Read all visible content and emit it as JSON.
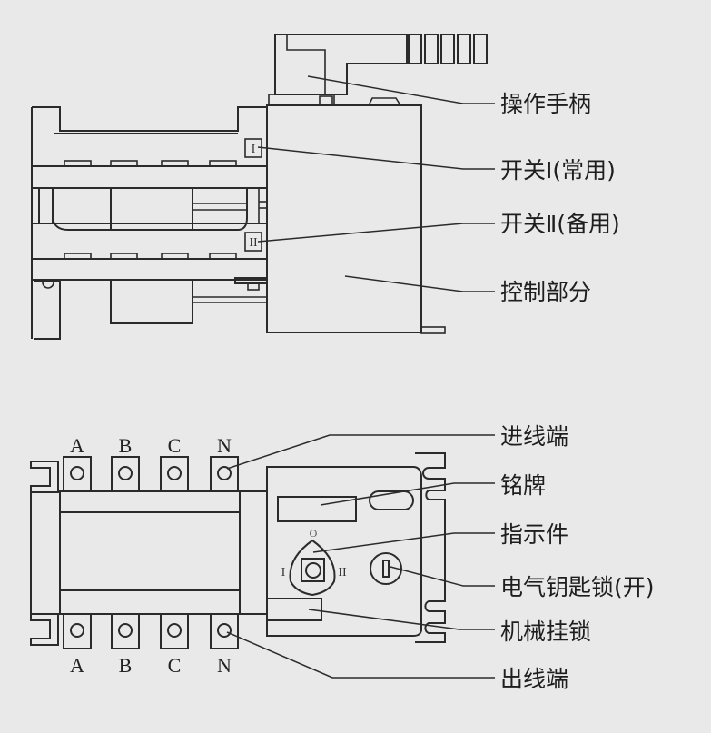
{
  "diagram": {
    "subject": "Automatic transfer switch structure diagram",
    "side_view": {
      "switch_marks": [
        "I",
        "II"
      ],
      "callouts": [
        {
          "id": "handle",
          "label": "操作手柄"
        },
        {
          "id": "switch-1",
          "label": "开关Ⅰ(常用)"
        },
        {
          "id": "switch-2",
          "label": "开关Ⅱ(备用)"
        },
        {
          "id": "control",
          "label": "控制部分"
        }
      ]
    },
    "front_view": {
      "phases_top": [
        "A",
        "B",
        "C",
        "N"
      ],
      "phases_bottom": [
        "A",
        "B",
        "C",
        "N"
      ],
      "indicator_marks": {
        "top": "O",
        "left": "I",
        "right": "II"
      },
      "callouts": [
        {
          "id": "incoming",
          "label": "进线端"
        },
        {
          "id": "nameplate",
          "label": "铭牌"
        },
        {
          "id": "indicator",
          "label": "指示件"
        },
        {
          "id": "key-lock",
          "label": "电气钥匙锁(开)"
        },
        {
          "id": "padlock",
          "label": "机械挂锁"
        },
        {
          "id": "outgoing",
          "label": "出线端"
        }
      ]
    }
  }
}
